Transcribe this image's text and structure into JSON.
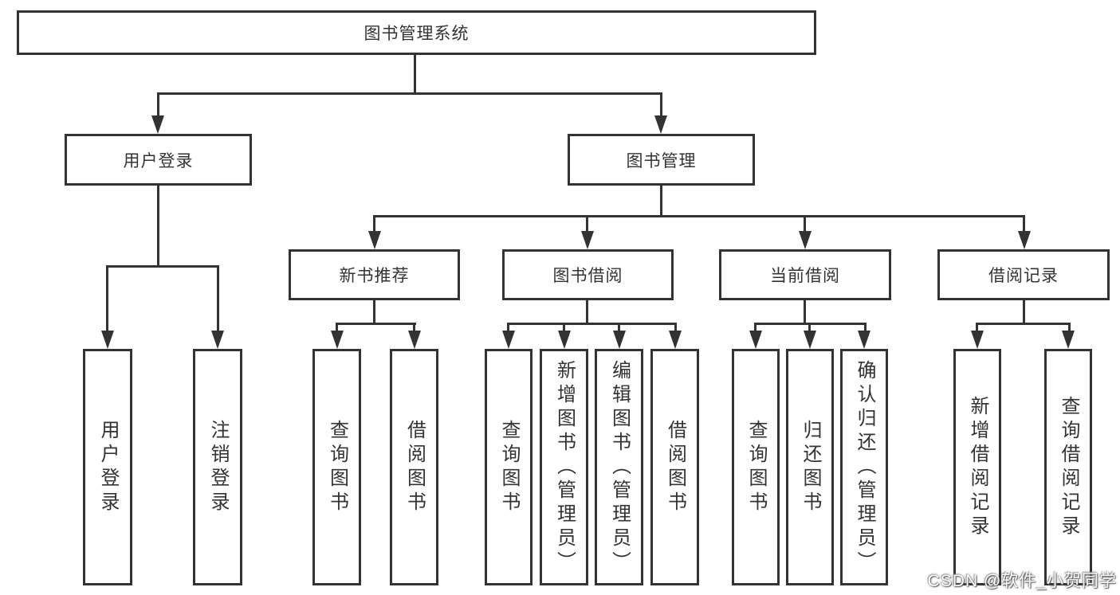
{
  "tree": {
    "root": {
      "label": "图书管理系统"
    },
    "user_login": {
      "label": "用户登录",
      "children": [
        {
          "label": "用户登录"
        },
        {
          "label": "注销登录"
        }
      ]
    },
    "book_mgmt": {
      "label": "图书管理",
      "children": [
        {
          "label": "新书推荐",
          "children": [
            {
              "label": "查询图书"
            },
            {
              "label": "借阅图书"
            }
          ]
        },
        {
          "label": "图书借阅",
          "children": [
            {
              "label": "查询图书"
            },
            {
              "label": "新增图书（管理员）"
            },
            {
              "label": "编辑图书（管理员）"
            },
            {
              "label": "借阅图书"
            }
          ]
        },
        {
          "label": "当前借阅",
          "children": [
            {
              "label": "查询图书"
            },
            {
              "label": "归还图书"
            },
            {
              "label": "确认归还（管理员）"
            }
          ]
        },
        {
          "label": "借阅记录",
          "children": [
            {
              "label": "新增借阅记录"
            },
            {
              "label": "查询借阅记录"
            }
          ]
        }
      ]
    }
  },
  "watermark": {
    "text": "CSDN @软件_小贺同学"
  },
  "colors": {
    "line": "#333333",
    "text": "#333333",
    "background": "#ffffff",
    "watermark_text": "#ffffff"
  }
}
